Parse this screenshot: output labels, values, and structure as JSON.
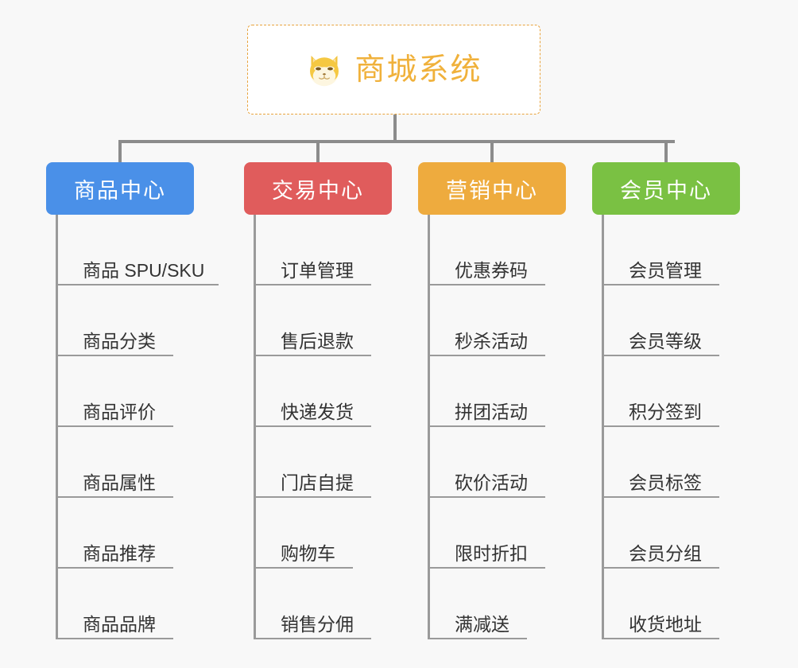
{
  "page": {
    "background_color": "#f8f8f8",
    "root": {
      "title": "商城系统",
      "icon": "shiba-dog-icon",
      "title_color": "#f0b13b",
      "border_color": "#e8a33d",
      "card_background": "#ffffff"
    },
    "connector_color": "#8c8c8c",
    "columns": [
      {
        "label": "商品中心",
        "color": "#4a90e8",
        "items": [
          "商品 SPU/SKU",
          "商品分类",
          "商品评价",
          "商品属性",
          "商品推荐",
          "商品品牌"
        ]
      },
      {
        "label": "交易中心",
        "color": "#e05c5c",
        "items": [
          "订单管理",
          "售后退款",
          "快递发货",
          "门店自提",
          "购物车",
          "销售分佣"
        ]
      },
      {
        "label": "营销中心",
        "color": "#eeab3e",
        "items": [
          "优惠券码",
          "秒杀活动",
          "拼团活动",
          "砍价活动",
          "限时折扣",
          "满减送"
        ]
      },
      {
        "label": "会员中心",
        "color": "#7ac143",
        "items": [
          "会员管理",
          "会员等级",
          "积分签到",
          "会员标签",
          "会员分组",
          "收货地址"
        ]
      }
    ]
  }
}
